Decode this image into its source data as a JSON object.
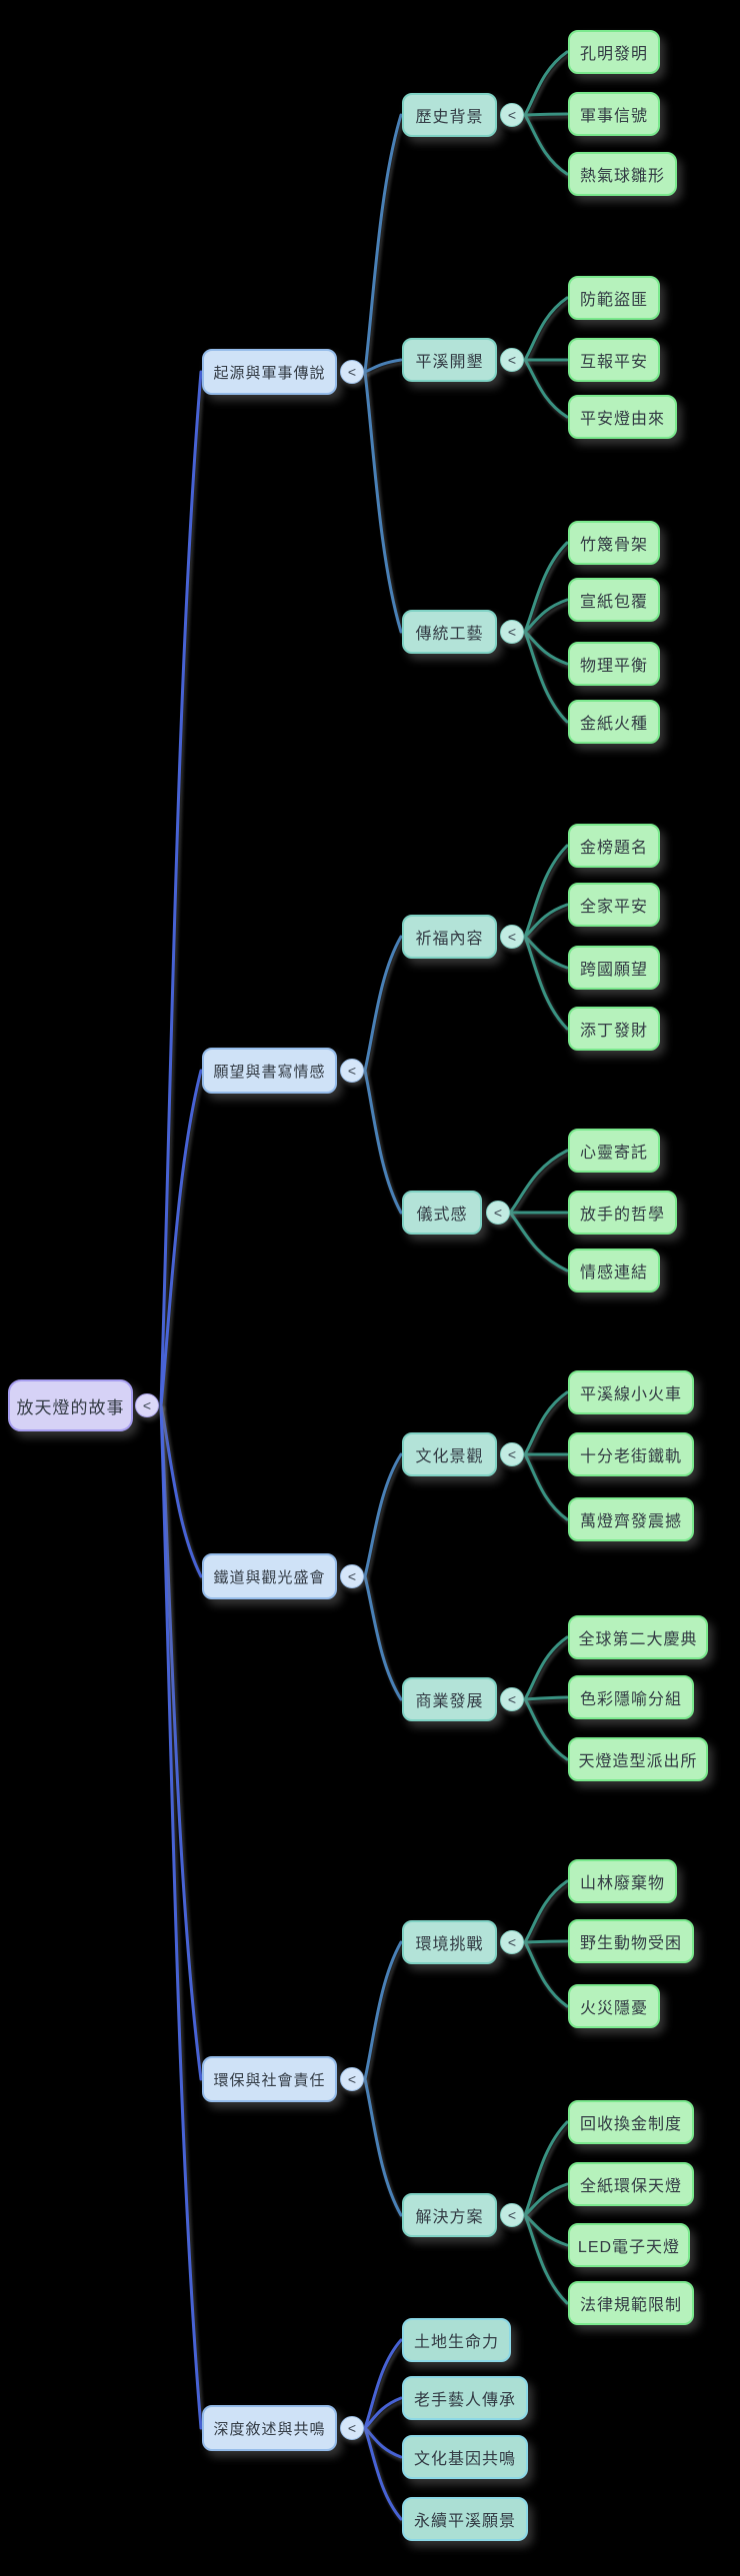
{
  "collapse_glyph": "<",
  "colors": {
    "background": "#000000",
    "root_fill": "#d6d2f6",
    "root_border": "#a79ef0",
    "branch_fill": "#cfe2f7",
    "branch_border": "#94bbe9",
    "topic_fill": "#b3e3d8",
    "topic_border": "#7fd2c4",
    "leaf_fill": "#b6f2bc",
    "leaf_border": "#7ae98d",
    "deep_leaf_fill": "#abdfd4",
    "deep_leaf_border": "#8cd8e6",
    "edge_blue": "#4b68e0",
    "edge_steel": "#4d87c0",
    "edge_teal": "#3d9a89",
    "text": "#333b44"
  },
  "map": {
    "root": {
      "label": "放天燈的故事"
    },
    "branches": [
      {
        "label": "起源與軍事傳說",
        "children": [
          {
            "label": "歷史背景",
            "children": [
              {
                "label": "孔明發明"
              },
              {
                "label": "軍事信號"
              },
              {
                "label": "熱氣球雛形"
              }
            ]
          },
          {
            "label": "平溪開墾",
            "children": [
              {
                "label": "防範盜匪"
              },
              {
                "label": "互報平安"
              },
              {
                "label": "平安燈由來"
              }
            ]
          },
          {
            "label": "傳統工藝",
            "children": [
              {
                "label": "竹篾骨架"
              },
              {
                "label": "宣紙包覆"
              },
              {
                "label": "物理平衡"
              },
              {
                "label": "金紙火種"
              }
            ]
          }
        ]
      },
      {
        "label": "願望與書寫情感",
        "children": [
          {
            "label": "祈福內容",
            "children": [
              {
                "label": "金榜題名"
              },
              {
                "label": "全家平安"
              },
              {
                "label": "跨國願望"
              },
              {
                "label": "添丁發財"
              }
            ]
          },
          {
            "label": "儀式感",
            "children": [
              {
                "label": "心靈寄託"
              },
              {
                "label": "放手的哲學"
              },
              {
                "label": "情感連結"
              }
            ]
          }
        ]
      },
      {
        "label": "鐵道與觀光盛會",
        "children": [
          {
            "label": "文化景觀",
            "children": [
              {
                "label": "平溪線小火車"
              },
              {
                "label": "十分老街鐵軌"
              },
              {
                "label": "萬燈齊發震撼"
              }
            ]
          },
          {
            "label": "商業發展",
            "children": [
              {
                "label": "全球第二大慶典"
              },
              {
                "label": "色彩隱喻分組"
              },
              {
                "label": "天燈造型派出所"
              }
            ]
          }
        ]
      },
      {
        "label": "環保與社會責任",
        "children": [
          {
            "label": "環境挑戰",
            "children": [
              {
                "label": "山林廢棄物"
              },
              {
                "label": "野生動物受困"
              },
              {
                "label": "火災隱憂"
              }
            ]
          },
          {
            "label": "解決方案",
            "children": [
              {
                "label": "回收換金制度"
              },
              {
                "label": "全紙環保天燈"
              },
              {
                "label": "LED電子天燈"
              },
              {
                "label": "法律規範限制"
              }
            ]
          }
        ]
      },
      {
        "label": "深度敘述與共鳴",
        "children": [
          {
            "label": "土地生命力"
          },
          {
            "label": "老手藝人傳承"
          },
          {
            "label": "文化基因共鳴"
          },
          {
            "label": "永續平溪願景"
          }
        ]
      }
    ]
  }
}
